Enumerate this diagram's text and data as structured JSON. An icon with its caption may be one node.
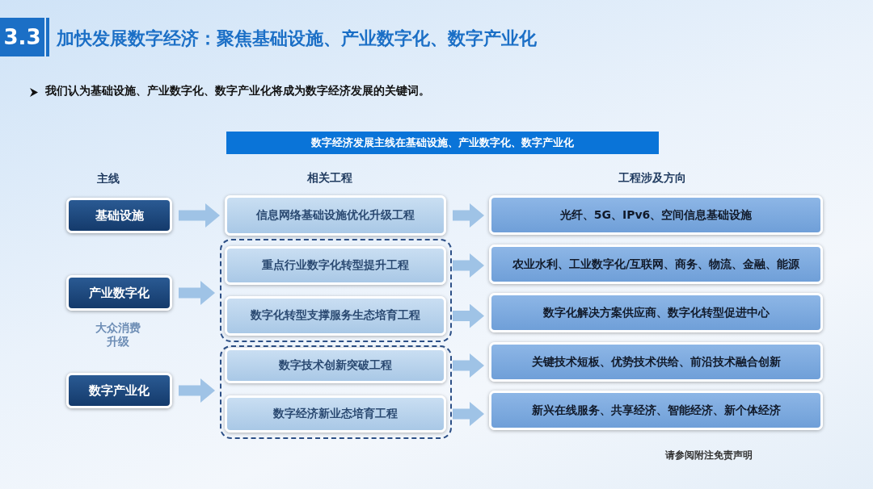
{
  "diagram": {
    "title": "加快发展数字经济：聚焦基础设施、产业数字化、数字产业化",
    "nodes": [
      {
        "text": [
          "基础设施"
        ]
      },
      {
        "text": [
          "产业数字化"
        ]
      },
      {
        "text": [
          "数字产业化"
        ]
      },
      {
        "text": [],
        "shape": "box"
      },
      {
        "text": [],
        "shape": "box"
      },
      {
        "text": [
          "信息网络基础设施优化升级工程"
        ]
      },
      {
        "text": [
          "重点行业数字化转型提升工程"
        ],
        "in": 3
      },
      {
        "text": [
          "数字化转型支撑服务生态培育工程"
        ],
        "in": 3
      },
      {
        "text": [
          "数字技术创新突破工程"
        ],
        "in": 4
      },
      {
        "text": [
          "数字经济新业态培育工程"
        ],
        "in": 4
      },
      {
        "text": [
          "光纤、5G、IPv6、空间信息基础设施"
        ]
      },
      {
        "text": [
          "农业水利、工业数字化/互联网、商务、物流、金融、能源"
        ]
      },
      {
        "text": [
          "数字化解决方案供应商、数字化转型促进中心"
        ]
      },
      {
        "text": [
          "关键技术短板、优势技术供给、前沿技术融合创新"
        ]
      },
      {
        "text": [
          "新兴在线服务、共享经济、智能经济、新个体经济"
        ]
      }
    ],
    "edges": [
      {
        "from": 0,
        "to": 5,
        "arrow": "to"
      },
      {
        "from": 1,
        "to": 3,
        "arrow": "to"
      },
      {
        "from": 2,
        "to": 4,
        "arrow": "to"
      },
      {
        "from": 5,
        "to": 10,
        "arrow": "to"
      },
      {
        "from": 6,
        "to": 11,
        "arrow": "to"
      },
      {
        "from": 7,
        "to": 12,
        "arrow": "to"
      },
      {
        "from": 8,
        "to": 13,
        "arrow": "to"
      },
      {
        "from": 9,
        "to": 14,
        "arrow": "to"
      }
    ],
    "labels": [
      "3.3",
      "我们认为基础设施、产业数字化、数字产业化将成为数字经济发展的关键词。",
      "数字经济发展主线在基础设施、产业数字化、数字产业化",
      "主线",
      "相关工程",
      "工程涉及方向",
      "大众消费升级",
      "请参阅附注免责声明"
    ]
  }
}
